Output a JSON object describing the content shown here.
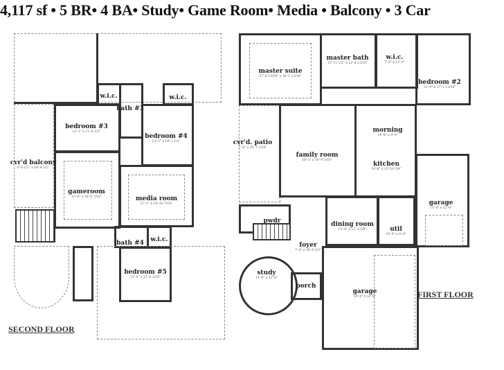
{
  "header": {
    "title": "4,117 sf • 5 BR• 4 BA• Study• Game Room• Media • Balcony •  3 Car"
  },
  "second_floor": {
    "label": "SECOND FLOOR",
    "rooms": [
      {
        "name": "w.i.c.",
        "dims": ""
      },
      {
        "name": "bath #3",
        "dims": ""
      },
      {
        "name": "w.i.c.",
        "dims": ""
      },
      {
        "name": "bedroom #3",
        "dims": "13'-1\" x 11'-6 1/2\""
      },
      {
        "name": "bedroom #4",
        "dims": "13'-5\" x 18'-3 1/2\""
      },
      {
        "name": "cvr'd balcony",
        "dims": "8'-6 1/2\" x 28'-4 1/2\""
      },
      {
        "name": "gameroom",
        "dims": "15'-6\" x 18'-6 7/16\""
      },
      {
        "name": "media room",
        "dims": "17'-1\" x 14'-10 7/16\""
      },
      {
        "name": "bath #4",
        "dims": ""
      },
      {
        "name": "w.i.c.",
        "dims": ""
      },
      {
        "name": "bedroom #5",
        "dims": "12'-0\" x 12'-8 3/16\""
      }
    ]
  },
  "first_floor": {
    "label": "FIRST FLOOR",
    "rooms": [
      {
        "name": "master suite",
        "dims": "17'-8 13/16\" x 16'-1 13/16\""
      },
      {
        "name": "master bath",
        "dims": "15'-11 1/2\" x 12'-8 13/16\""
      },
      {
        "name": "w.i.c.",
        "dims": "7'-8\" x 12'-0\""
      },
      {
        "name": "bedroom #2",
        "dims": "12'-0\" x 17'-1 13/16\""
      },
      {
        "name": "cvr'd. patio",
        "dims": "7'-8\" x 20'-1 1/16\""
      },
      {
        "name": "family room",
        "dims": "18'-3\" x 14'-4 1/16\""
      },
      {
        "name": "morning",
        "dims": "14'-8\" x 9'-0\""
      },
      {
        "name": "kitchen",
        "dims": "14'-8\" x 12'-10 1/4\""
      },
      {
        "name": "garage",
        "dims": "11'-8\" x 22'-8\""
      },
      {
        "name": "pwdr",
        "dims": ""
      },
      {
        "name": "dining room",
        "dims": "12'-8\" x 12'-5 5/8\""
      },
      {
        "name": "util",
        "dims": "10'-0\" x 8'-0\""
      },
      {
        "name": "foyer",
        "dims": "7'-4\" x 18'-8 1/2\""
      },
      {
        "name": "study",
        "dims": "14'-0\" x 12'-8\""
      },
      {
        "name": "porch",
        "dims": ""
      },
      {
        "name": "garage",
        "dims": "20'-0\" x 22'-8\""
      }
    ]
  }
}
